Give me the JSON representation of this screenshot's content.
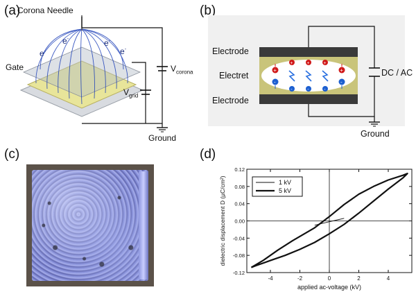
{
  "panels": {
    "a": {
      "label": "(a)",
      "corona_needle": "Corona Needle",
      "electron": "e",
      "gate": "Gate",
      "v_corona_main": "V",
      "v_corona_sub": "corona",
      "v_grid_main": "V",
      "v_grid_sub": "grid",
      "ground": "Ground"
    },
    "b": {
      "label": "(b)",
      "electrode_top": "Electrode",
      "electret": "Electret",
      "electrode_bottom": "Electrode",
      "source": "DC / AC",
      "ground": "Ground"
    },
    "c": {
      "label": "(c)"
    },
    "d": {
      "label": "(d)"
    }
  },
  "chart_data": {
    "type": "line",
    "title": "",
    "xlabel": "applied ac-voltage (kV)",
    "ylabel": "dielectric displacement D (µC/cm²)",
    "xlim": [
      -5.6,
      5.6
    ],
    "ylim": [
      -0.12,
      0.12
    ],
    "xticks": [
      -4,
      -2,
      0,
      2,
      4
    ],
    "yticks": [
      -0.12,
      -0.08,
      -0.04,
      0.0,
      0.04,
      0.08,
      0.12
    ],
    "ytick_labels": [
      "-0.12",
      "-0.08",
      "-0.04",
      "0.00",
      "0.04",
      "0.08",
      "0.12"
    ],
    "legend_position": "top-left",
    "series": [
      {
        "name": "1 kV",
        "style": "thin",
        "x": [
          -1.0,
          -0.5,
          0.0,
          0.5,
          1.0
        ],
        "y": [
          -0.01,
          -0.006,
          -0.002,
          0.002,
          0.006
        ]
      },
      {
        "name": "5 kV",
        "style": "thick",
        "x": [
          -5.3,
          -4.5,
          -3.5,
          -2.5,
          -1.0,
          0.0,
          1.0,
          2.0,
          3.0,
          4.0,
          5.0,
          5.3,
          5.0,
          4.0,
          3.0,
          2.0,
          1.0,
          0.0,
          -1.0,
          -2.0,
          -3.0,
          -4.0,
          -5.0,
          -5.3
        ],
        "y": [
          -0.108,
          -0.092,
          -0.068,
          -0.046,
          -0.016,
          0.01,
          0.038,
          0.062,
          0.08,
          0.095,
          0.106,
          0.11,
          0.1,
          0.074,
          0.046,
          0.018,
          -0.008,
          -0.03,
          -0.05,
          -0.066,
          -0.08,
          -0.092,
          -0.104,
          -0.108
        ]
      }
    ]
  }
}
